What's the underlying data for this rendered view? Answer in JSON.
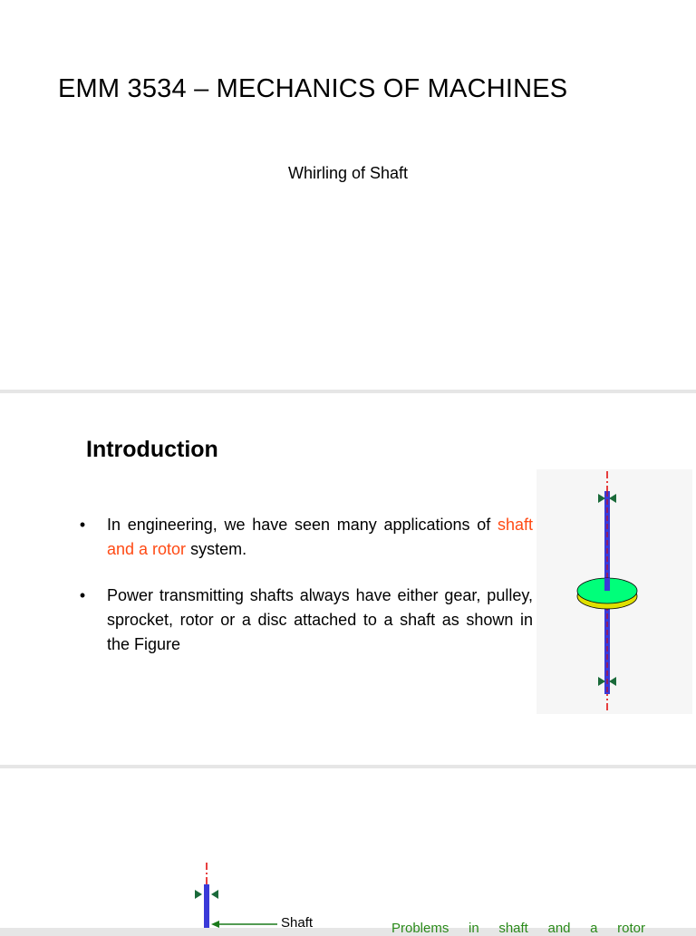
{
  "slide1": {
    "title": "EMM 3534 – MECHANICS OF MACHINES",
    "subtitle": "Whirling of Shaft"
  },
  "slide2": {
    "heading": "Introduction",
    "bullet1_part1": "In engineering, we have seen many applications of ",
    "bullet1_highlight": "shaft and a rotor",
    "bullet1_part2": " system.",
    "bullet2": "Power transmitting shafts always have either gear, pulley, sprocket, rotor or a disc attached to a shaft as shown in the Figure",
    "bullet_glyph": "•",
    "colors": {
      "highlight": "#ff4a14",
      "shaft": "#3a3ad8",
      "disc_top": "#00ff7a",
      "disc_edge": "#e0e000",
      "axis": "#e00000"
    }
  },
  "slide3": {
    "shaft_label": "Shaft",
    "problem_text": "Problems in shaft and a rotor",
    "colors": {
      "problem_text": "#2a8a1a"
    }
  }
}
